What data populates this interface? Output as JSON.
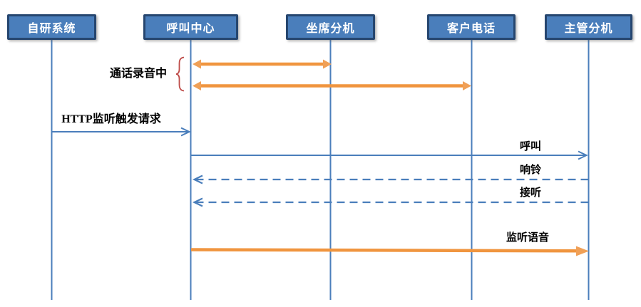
{
  "diagram": {
    "type": "sequence-diagram",
    "actors": [
      {
        "id": "self-system",
        "label": "自研系统"
      },
      {
        "id": "call-center",
        "label": "呼叫中心"
      },
      {
        "id": "agent-ext",
        "label": "坐席分机"
      },
      {
        "id": "customer-phone",
        "label": "客户电话"
      },
      {
        "id": "supervisor-ext",
        "label": "主管分机"
      }
    ],
    "annotations": [
      {
        "id": "recording-brace",
        "label": "通话录音中",
        "applies_to": [
          "呼叫中心↔坐席分机",
          "呼叫中心↔客户电话"
        ]
      }
    ],
    "messages": [
      {
        "label": "",
        "from": "呼叫中心",
        "to": "坐席分机",
        "style": "orange-double-arrow"
      },
      {
        "label": "",
        "from": "呼叫中心",
        "to": "客户电话",
        "style": "orange-double-arrow"
      },
      {
        "label": "HTTP监听触发请求",
        "from": "自研系统",
        "to": "呼叫中心",
        "style": "solid-blue"
      },
      {
        "label": "呼叫",
        "from": "呼叫中心",
        "to": "主管分机",
        "style": "solid-blue"
      },
      {
        "label": "响铃",
        "from": "主管分机",
        "to": "呼叫中心",
        "style": "dashed-blue"
      },
      {
        "label": "接听",
        "from": "主管分机",
        "to": "呼叫中心",
        "style": "dashed-blue"
      },
      {
        "label": "监听语音",
        "from": "呼叫中心",
        "to": "主管分机",
        "style": "orange-arrow"
      }
    ],
    "colors": {
      "actor_fill": "#4A7EBB",
      "actor_border": "#26466F",
      "lifeline_blue": "#4A7EBB",
      "arrow_blue": "#4A7EBB",
      "arrow_orange": "#F0953F",
      "brace_red": "#BE4B48",
      "label_text": "#000000",
      "background": "#FFFFFF"
    }
  }
}
